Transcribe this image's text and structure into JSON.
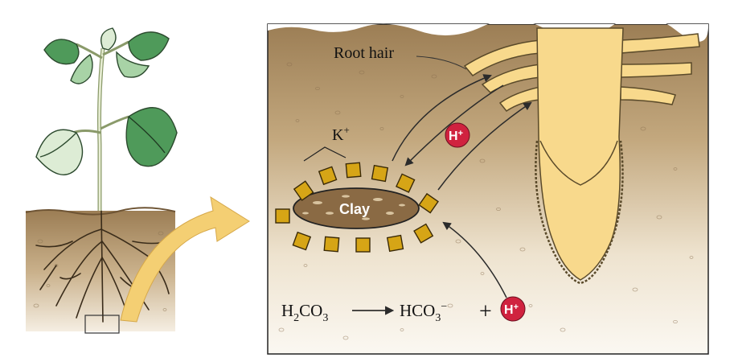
{
  "labels": {
    "root_hair": "Root hair",
    "potassium": "K",
    "potassium_charge": "+",
    "clay": "Clay",
    "hydrogen": "H",
    "hydrogen_charge": "+"
  },
  "equation": {
    "reactant_prefix": "H",
    "reactant_sub1": "2",
    "reactant_mid": "CO",
    "reactant_sub2": "3",
    "product_prefix": "HCO",
    "product_sub": "3",
    "product_sup": "−",
    "plus": "+"
  },
  "colors": {
    "soil_top": "#a4865c",
    "soil_bottom": "#f8f4ec",
    "root": "#f8d98c",
    "root_outline": "#5a4a2a",
    "leaf": "#4f9a5a",
    "leaf_light": "#a8d3a6",
    "k_square": "#d6a516",
    "clay": "#8a6a44",
    "h_ion": "#d0223f",
    "arrow": "#2b2b2b",
    "callout_arrow": "#f4cf73"
  }
}
